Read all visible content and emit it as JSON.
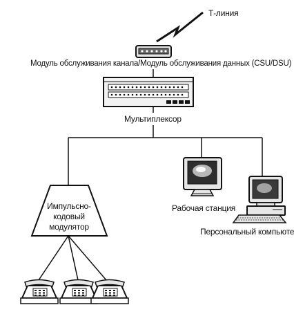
{
  "labels": {
    "t_line": "Т-линия",
    "csu_dsu": "Модуль обслуживания канала/Модуль обслуживания данных (CSU/DSU)",
    "multiplexer": "Мультиплексор",
    "workstation": "Рабочая станция",
    "pc": "Персональный компьютер",
    "pcm_line1": "Импульсно-",
    "pcm_line2": "кодовый",
    "pcm_line3": "модулятор"
  },
  "colors": {
    "ink": "#111111",
    "background": "#ffffff",
    "screen_dark": "#3a3a3a",
    "body_light": "#e6e6e6"
  },
  "icons": {
    "link": "lightning-bolt-icon",
    "csu": "csu-dsu-device-icon",
    "mux": "multiplexer-rack-icon",
    "workstation": "workstation-monitor-icon",
    "pc": "personal-computer-icon",
    "pcm": "pcm-trapezoid-icon",
    "phone": "telephone-icon"
  }
}
